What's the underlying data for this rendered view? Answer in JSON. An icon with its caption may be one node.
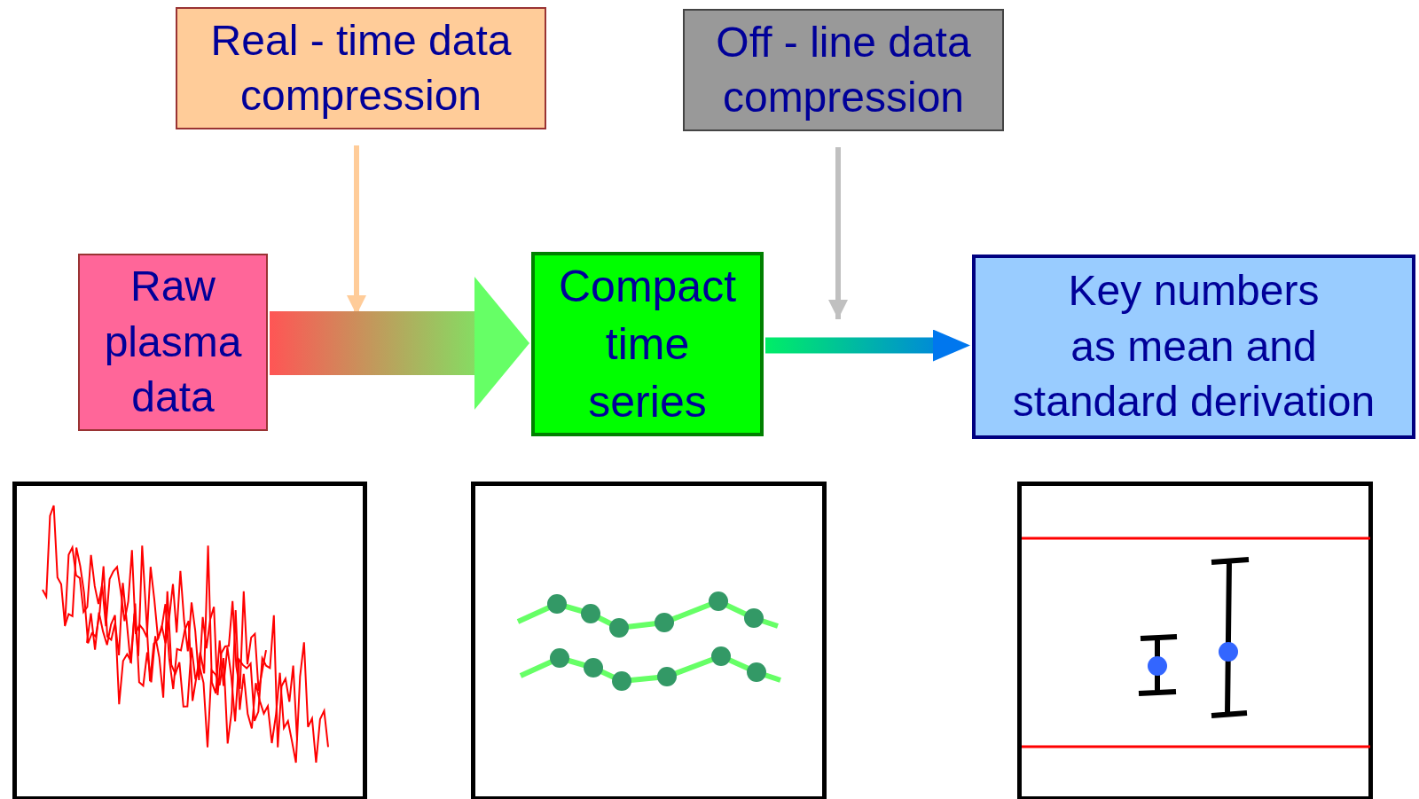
{
  "diagram": {
    "nodes": [
      {
        "text": [
          "Real - time data compression"
        ]
      },
      {
        "text": [
          "Off - line data compression"
        ]
      },
      {
        "text": [
          "Raw plasma data"
        ]
      },
      {
        "text": [
          "Compact time series"
        ]
      },
      {
        "text": [
          "Key numbers as mean and standard derivation"
        ]
      }
    ],
    "edges": [
      {
        "from": 0,
        "to": null,
        "arrow": "to",
        "color": "#ffcc99"
      },
      {
        "from": 1,
        "to": null,
        "arrow": "to",
        "color": "#c0c0c0"
      },
      {
        "from": 2,
        "to": 3,
        "arrow": "to",
        "style": "thick"
      },
      {
        "from": 3,
        "to": 4,
        "arrow": "to",
        "style": "thick"
      }
    ]
  }
}
